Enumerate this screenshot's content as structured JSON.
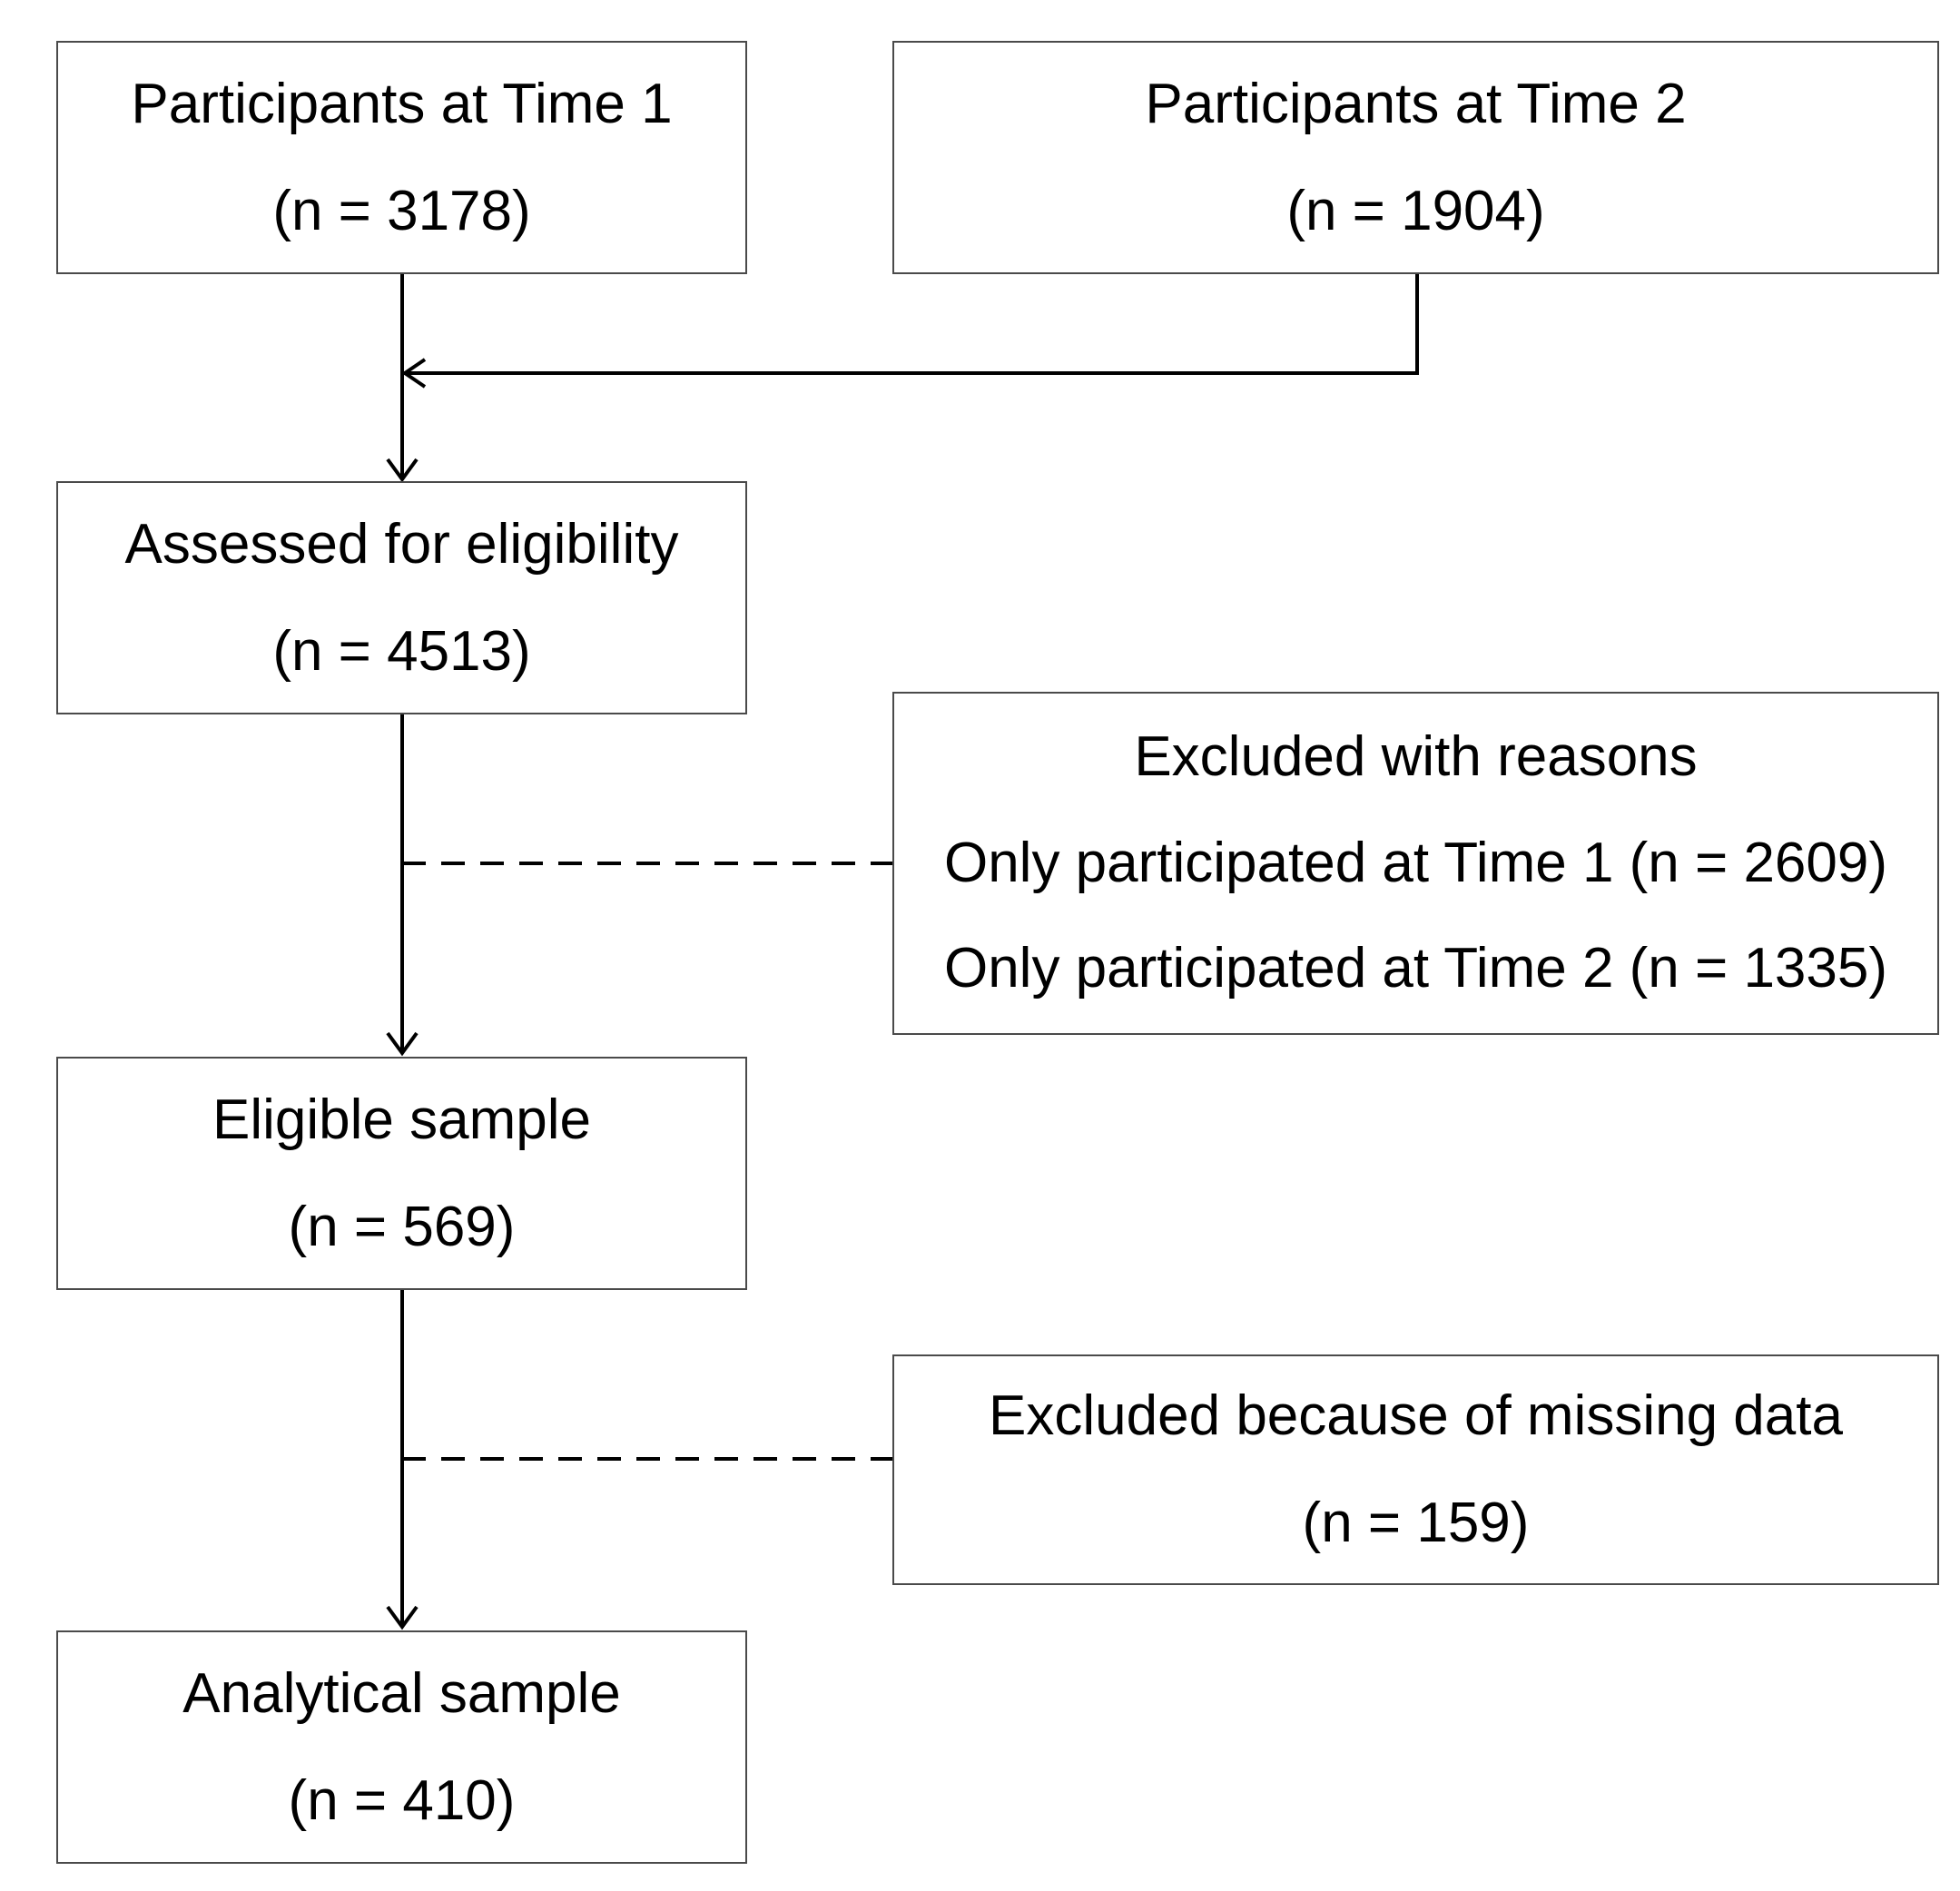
{
  "boxes": {
    "time1": {
      "title": "Participants at Time 1",
      "count": "(n = 3178)"
    },
    "time2": {
      "title": "Participants at Time 2",
      "count": "(n = 1904)"
    },
    "assessed": {
      "title": "Assessed for eligibility",
      "count": "(n = 4513)"
    },
    "excluded_reasons": {
      "title": "Excluded with reasons",
      "line1": "Only participated at Time 1 (n = 2609)",
      "line2": "Only participated at Time 2 (n = 1335)"
    },
    "eligible": {
      "title": "Eligible sample",
      "count": "(n = 569)"
    },
    "excluded_missing": {
      "title": "Excluded because of missing data",
      "count": "(n = 159)"
    },
    "analytical": {
      "title": "Analytical sample",
      "count": "(n = 410)"
    }
  },
  "colors": {
    "line": "#000000",
    "border": "#4a4a4a",
    "background": "#ffffff"
  }
}
